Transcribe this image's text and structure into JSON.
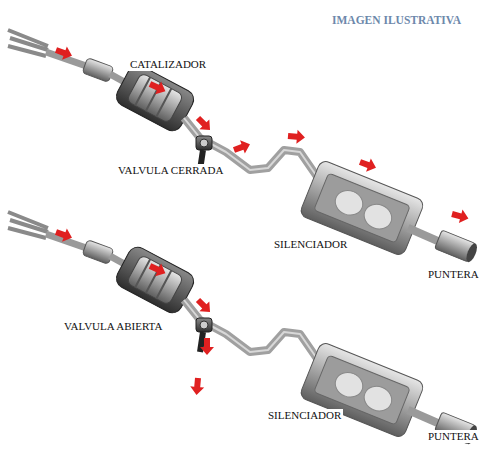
{
  "diagram": {
    "labels": [
      "IMAGEN ILUSTRATIVA",
      "CATALIZADOR",
      "VALVULA CERRADA",
      "SILENCIADOR",
      "PUNTERA",
      "VALVULA ABIERTA",
      "SILENCIADOR",
      "PUNTERA"
    ]
  }
}
